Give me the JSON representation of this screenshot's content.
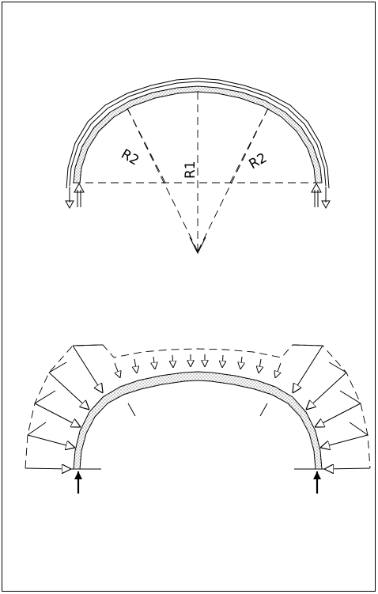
{
  "diagram": {
    "labels": {
      "r1": "R1",
      "r2_left": "R2",
      "r2_right": "R2"
    },
    "colors": {
      "line": "#000000",
      "background": "#ffffff",
      "fill_dots": "#000000"
    }
  }
}
